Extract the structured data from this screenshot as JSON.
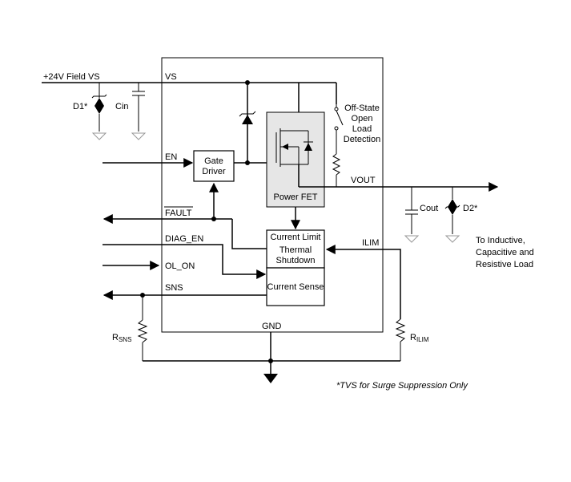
{
  "supply": {
    "label": "+24V Field VS",
    "pin_label": "VS"
  },
  "components": {
    "d1_label": "D1*",
    "cin_label": "Cin",
    "cout_label": "Cout",
    "d2_label": "D2*",
    "rsns_main": "R",
    "rsns_sub": "SNS",
    "rilim_main": "R",
    "rilim_sub": "ILIM"
  },
  "blocks": {
    "gate_driver_line1": "Gate",
    "gate_driver_line2": "Driver",
    "power_fet": "Power FET",
    "current_limit": "Current Limit",
    "thermal_line1": "Thermal",
    "thermal_line2": "Shutdown",
    "current_sense": "Current Sense",
    "open_load_line1": "Off-State",
    "open_load_line2": "Open",
    "open_load_line3": "Load",
    "open_load_line4": "Detection"
  },
  "pins": {
    "en": "EN",
    "fault": "FAULT",
    "diag_en": "DIAG_EN",
    "ol_on": "OL_ON",
    "sns": "SNS",
    "vout": "VOUT",
    "ilim": "ILIM",
    "gnd": "GND"
  },
  "load_note": {
    "line1": "To Inductive,",
    "line2": "Capacitive and",
    "line3": "Resistive Load"
  },
  "footnote": "*TVS for Surge Suppression Only"
}
